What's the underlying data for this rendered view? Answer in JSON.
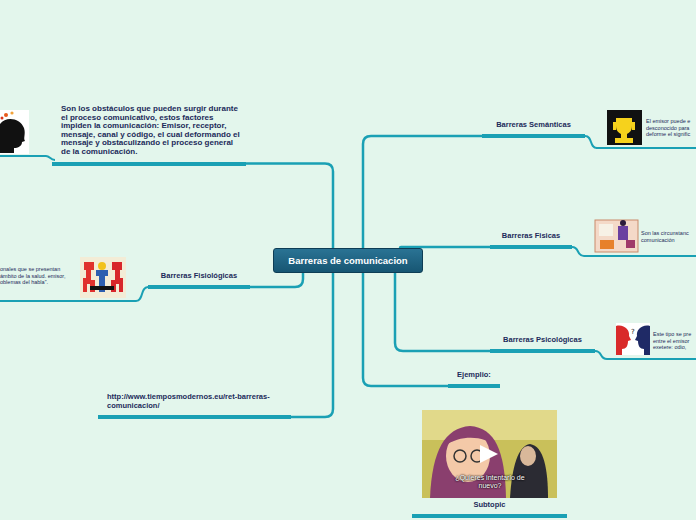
{
  "diagram": {
    "nodes": [
      {
        "text": [
          "Barreras de comunicacion"
        ]
      },
      {
        "text": [
          "Son los obstáculos que pueden surgir durante el proceso comunicativo, estos factores  impiden la comunicación: Emisor, receptor, mensaje, canal y código, el cual deformando el mensaje y obstaculizando el proceso general de la comunicación."
        ]
      },
      {
        "text": [
          "Barreras Fisiológicas"
        ]
      },
      {
        "text": [
          "onales que se presentan ámbito de la salud. emisor, oblemas del habla”."
        ]
      },
      {
        "text": [
          "http://www.tiemposmodernos.eu/ret-barreras-comunicacion/"
        ]
      },
      {
        "text": [
          "Barreras  Semánticas"
        ]
      },
      {
        "text": [
          "El emisor puede e desconocido para deforme el signific"
        ]
      },
      {
        "text": [
          "Barreras Fisicas"
        ]
      },
      {
        "text": [
          "Son las circunstanc comunicación"
        ]
      },
      {
        "text": [
          "Barreras Psicológicas"
        ]
      },
      {
        "text": [
          "Este tipo se pre entre el emisor exetere: odio,"
        ]
      },
      {
        "text": [
          "Ejemplio:"
        ]
      },
      {
        "text": [
          "Subtopic"
        ]
      }
    ],
    "edges": [
      {
        "from": 0,
        "to": 1,
        "arrow": "none"
      },
      {
        "from": 0,
        "to": 2,
        "arrow": "none"
      },
      {
        "from": 0,
        "to": 4,
        "arrow": "none"
      },
      {
        "from": 0,
        "to": 5,
        "arrow": "none"
      },
      {
        "from": 0,
        "to": 7,
        "arrow": "none"
      },
      {
        "from": 0,
        "to": 9,
        "arrow": "none"
      },
      {
        "from": 0,
        "to": 11,
        "arrow": "none"
      },
      {
        "from": 2,
        "to": 3,
        "arrow": "none"
      },
      {
        "from": 5,
        "to": 6,
        "arrow": "none"
      },
      {
        "from": 7,
        "to": 8,
        "arrow": "none"
      },
      {
        "from": 9,
        "to": 10,
        "arrow": "none"
      }
    ],
    "labels": [
      "¿Quieres intentarlo de nuevo?"
    ]
  }
}
